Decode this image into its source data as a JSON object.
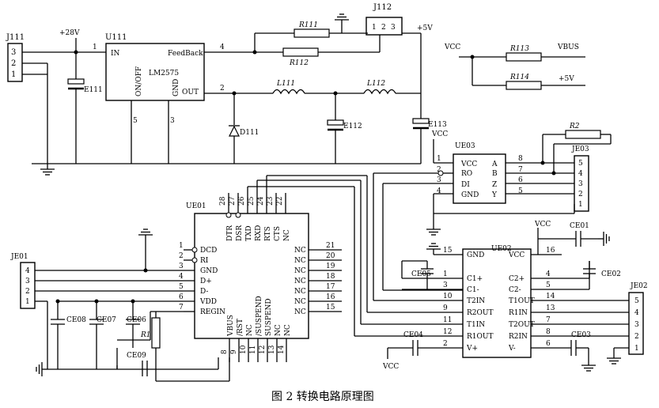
{
  "caption": "图 2    转换电路原理图",
  "power": {
    "v28": "+28V",
    "v5_top": "+5V",
    "v5_right": "+5V",
    "vcc_bus": "VCC",
    "vbus": "VBUS",
    "vcc_ue03": "VCC",
    "vcc_ue02": "VCC",
    "vcc_ce04": "VCC"
  },
  "connectors": {
    "j111": {
      "ref": "J111",
      "pins": [
        "3",
        "2",
        "1"
      ]
    },
    "j112": {
      "ref": "J112",
      "pins": [
        "1",
        "2",
        "3"
      ]
    },
    "je01": {
      "ref": "JE01",
      "pins": [
        "4",
        "3",
        "2",
        "1"
      ]
    },
    "je02": {
      "ref": "JE02",
      "pins": [
        "5",
        "4",
        "3",
        "2",
        "1"
      ]
    },
    "je03": {
      "ref": "JE03",
      "pins": [
        "5",
        "4",
        "3",
        "2",
        "1"
      ]
    }
  },
  "u111": {
    "ref": "U111",
    "part": "LM2575",
    "in": "IN",
    "fb": "FeedBack",
    "out": "OUT",
    "onoff": "ON/OFF",
    "gnd": "GND",
    "pin_in": "1",
    "pin_fb": "4",
    "pin_out": "2",
    "pin_onoff": "5",
    "pin_gnd": "3"
  },
  "passives": {
    "e111": "E111",
    "e112": "E112",
    "e113": "E113",
    "d111": "D111",
    "r111": "R111",
    "r112": "R112",
    "r113": "R113",
    "r114": "R114",
    "l111": "L111",
    "l112": "L112",
    "r2": "R2",
    "r1": "R1",
    "ce01": "CE01",
    "ce02": "CE02",
    "ce03": "CE03",
    "ce04": "CE04",
    "ce05": "CE05",
    "ce06": "CE06",
    "ce07": "CE07",
    "ce08": "CE08",
    "ce09": "CE09"
  },
  "ue03": {
    "ref": "UE03",
    "left": [
      {
        "pin": "1",
        "name": "VCC"
      },
      {
        "pin": "2",
        "name": "RO"
      },
      {
        "pin": "3",
        "name": "DI"
      },
      {
        "pin": "4",
        "name": "GND"
      }
    ],
    "right": [
      {
        "pin": "8",
        "name": "A"
      },
      {
        "pin": "7",
        "name": "B"
      },
      {
        "pin": "6",
        "name": "Z"
      },
      {
        "pin": "5",
        "name": "Y"
      }
    ]
  },
  "ue01": {
    "ref": "UE01",
    "top_names": [
      "DTR",
      "DSR",
      "TXD",
      "RXD",
      "RTS",
      "CTS",
      "NC"
    ],
    "top_pins": [
      "28",
      "27",
      "26",
      "25",
      "24",
      "23",
      "22"
    ],
    "left": [
      {
        "pin": "1",
        "name": "DCD"
      },
      {
        "pin": "2",
        "name": "RI"
      },
      {
        "pin": "3",
        "name": "GND"
      },
      {
        "pin": "4",
        "name": "D+"
      },
      {
        "pin": "5",
        "name": "D-"
      },
      {
        "pin": "6",
        "name": "VDD"
      },
      {
        "pin": "7",
        "name": "REGIN"
      }
    ],
    "right": [
      {
        "pin": "21",
        "name": "NC"
      },
      {
        "pin": "20",
        "name": "NC"
      },
      {
        "pin": "19",
        "name": "NC"
      },
      {
        "pin": "18",
        "name": "NC"
      },
      {
        "pin": "17",
        "name": "NC"
      },
      {
        "pin": "16",
        "name": "NC"
      },
      {
        "pin": "15",
        "name": "NC"
      }
    ],
    "bottom_names": [
      "VBUS",
      "/RST",
      "NC",
      "/SUSPEND",
      "SUSPEND",
      "NC",
      "NC"
    ],
    "bottom_pins": [
      "8",
      "9",
      "10",
      "11",
      "12",
      "13",
      "14"
    ]
  },
  "ue02": {
    "ref": "UE02",
    "left": [
      {
        "pin": "15",
        "name": "GND"
      },
      {
        "pin": "1",
        "name": "C1+"
      },
      {
        "pin": "3",
        "name": "C1-"
      },
      {
        "pin": "10",
        "name": "T2IN"
      },
      {
        "pin": "9",
        "name": "R2OUT"
      },
      {
        "pin": "11",
        "name": "T1IN"
      },
      {
        "pin": "12",
        "name": "R1OUT"
      },
      {
        "pin": "2",
        "name": "V+"
      }
    ],
    "right": [
      {
        "pin": "16",
        "name": "VCC"
      },
      {
        "pin": "4",
        "name": "C2+"
      },
      {
        "pin": "5",
        "name": "C2-"
      },
      {
        "pin": "14",
        "name": "T1OUT"
      },
      {
        "pin": "13",
        "name": "R1IN"
      },
      {
        "pin": "7",
        "name": "T2OUT"
      },
      {
        "pin": "8",
        "name": "R2IN"
      },
      {
        "pin": "6",
        "name": "V-"
      }
    ]
  }
}
